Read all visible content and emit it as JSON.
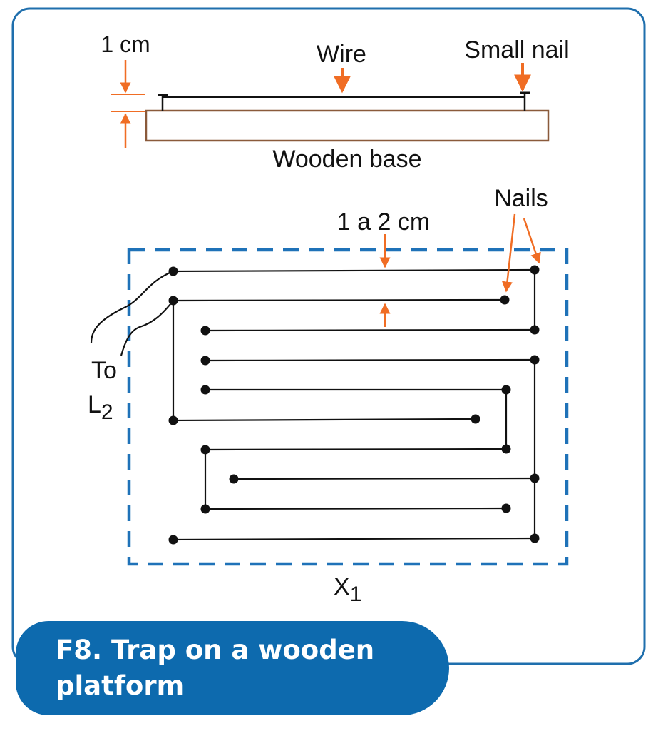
{
  "labels": {
    "height_1cm": "1 cm",
    "wire": "Wire",
    "small_nail": "Small nail",
    "wooden_base": "Wooden base",
    "nails": "Nails",
    "spacing": "1 a 2 cm",
    "to": "To",
    "l2_main": "L",
    "l2_sub": "2",
    "x1_main": "X",
    "x1_sub": "1"
  },
  "caption": {
    "line1": "F8. Trap on a wooden",
    "line2": "platform"
  },
  "colors": {
    "frame": "#1f6fad",
    "caption_bg": "#0d6aae",
    "caption_text": "#ffffff",
    "arrow": "#f06d24",
    "wood": "#8a5a3b",
    "dashed_border": "#1f72b8",
    "wire": "#111111"
  }
}
